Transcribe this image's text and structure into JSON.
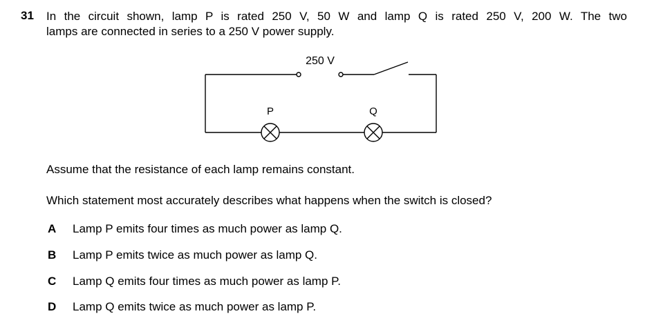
{
  "question": {
    "number": "31",
    "stem_line1": "In the circuit shown, lamp P is rated 250 V, 50 W and lamp Q is rated 250 V, 200 W. The two",
    "stem_line2": "lamps are connected in series to a 250 V power supply."
  },
  "circuit": {
    "supply_label": "250 V",
    "lamp_p_label": "P",
    "lamp_q_label": "Q"
  },
  "assumption": "Assume that the resistance of each lamp remains constant.",
  "prompt": "Which statement most accurately describes what happens when the switch is closed?",
  "options": [
    {
      "letter": "A",
      "text": "Lamp P emits four times as much power as lamp Q."
    },
    {
      "letter": "B",
      "text": "Lamp P emits twice as much power as lamp Q."
    },
    {
      "letter": "C",
      "text": "Lamp Q emits four times as much power as lamp P."
    },
    {
      "letter": "D",
      "text": "Lamp Q emits twice as much power as lamp P."
    }
  ]
}
